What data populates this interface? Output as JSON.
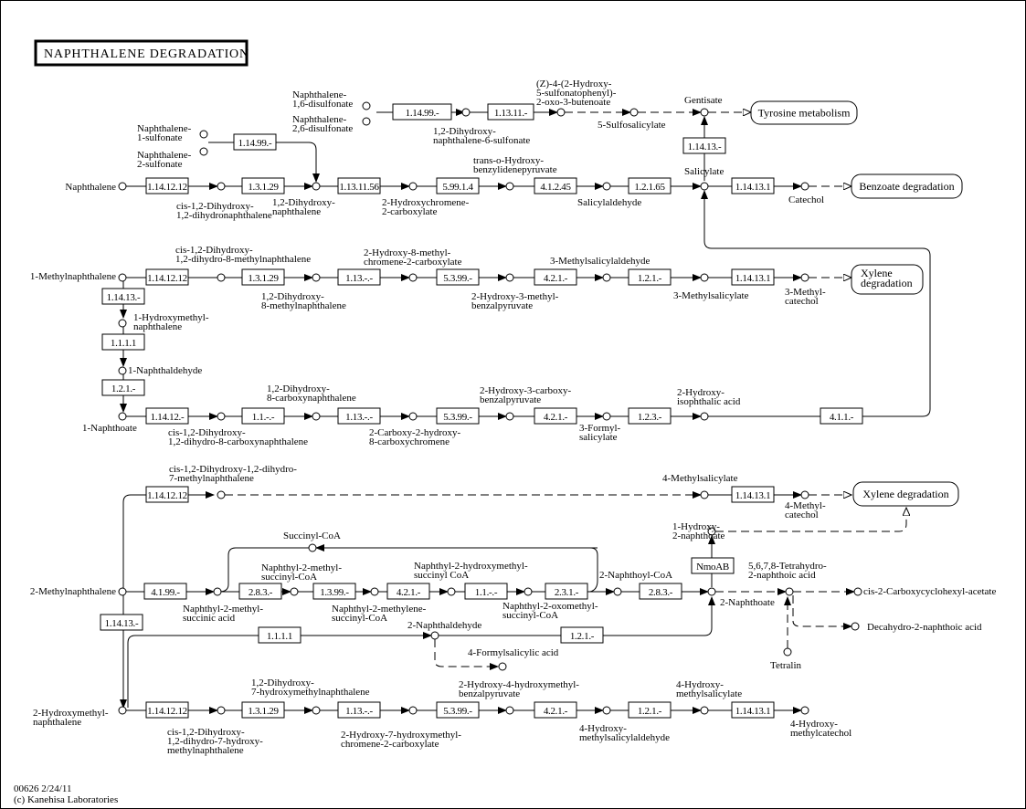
{
  "title": "NAPHTHALENE DEGRADATION",
  "footer": {
    "map_id": "00626 2/24/11",
    "copyright": "(c) Kanehisa Laboratories"
  },
  "colors": {
    "background": "#ffffff",
    "line": "#000000",
    "highlight_enzyme": "#bfffbf"
  },
  "compounds": [
    {
      "id": "naphthalene",
      "label": "Naphthalene"
    },
    {
      "id": "n1s",
      "label": "Naphthalene-\n1-sulfonate"
    },
    {
      "id": "n2s",
      "label": "Naphthalene-\n2-sulfonate"
    },
    {
      "id": "n16ds",
      "label": "Naphthalene-\n1,6-disulfonate"
    },
    {
      "id": "n26ds",
      "label": "Naphthalene-\n2,6-disulfonate"
    },
    {
      "id": "dhn6s",
      "label": "1,2-Dihydroxy-\nnaphthalene-6-sulfonate"
    },
    {
      "id": "zhsb",
      "label": "(Z)-4-(2-Hydroxy-\n5-sulfonatophenyl)-\n2-oxo-3-butenoate"
    },
    {
      "id": "ssal",
      "label": "5-Sulfosalicylate"
    },
    {
      "id": "gentisate",
      "label": "Gentisate"
    },
    {
      "id": "cisdhn",
      "label": "cis-1,2-Dihydroxy-\n1,2-dihydronaphthalene"
    },
    {
      "id": "dhn",
      "label": "1,2-Dihydroxy-\nnaphthalene"
    },
    {
      "id": "hcc",
      "label": "2-Hydroxychromene-\n2-carboxylate"
    },
    {
      "id": "thbp",
      "label": "trans-o-Hydroxy-\nbenzylidenepyruvate"
    },
    {
      "id": "salald",
      "label": "Salicylaldehyde"
    },
    {
      "id": "salicylate",
      "label": "Salicylate"
    },
    {
      "id": "catechol",
      "label": "Catechol"
    },
    {
      "id": "mn1",
      "label": "1-Methylnaphthalene"
    },
    {
      "id": "cisdh8m",
      "label": "cis-1,2-Dihydroxy-\n1,2-dihydro-8-methylnaphthalene"
    },
    {
      "id": "dh8m",
      "label": "1,2-Dihydroxy-\n8-methylnaphthalene"
    },
    {
      "id": "h8mcc",
      "label": "2-Hydroxy-8-methyl-\nchromene-2-carboxylate"
    },
    {
      "id": "h3mbp",
      "label": "2-Hydroxy-3-methyl-\nbenzalpyruvate"
    },
    {
      "id": "msalald3",
      "label": "3-Methylsalicylaldehyde"
    },
    {
      "id": "msal3",
      "label": "3-Methylsalicylate"
    },
    {
      "id": "mcat3",
      "label": "3-Methyl-\ncatechol"
    },
    {
      "id": "hmn1",
      "label": "1-Hydroxymethyl-\nnaphthalene"
    },
    {
      "id": "nald1",
      "label": "1-Naphthaldehyde"
    },
    {
      "id": "nat1",
      "label": "1-Naphthoate"
    },
    {
      "id": "cisdh8c",
      "label": "cis-1,2-Dihydroxy-\n1,2-dihydro-8-carboxynaphthalene"
    },
    {
      "id": "dh8c",
      "label": "1,2-Dihydroxy-\n8-carboxynaphthalene"
    },
    {
      "id": "c2h8cc",
      "label": "2-Carboxy-2-hydroxy-\n8-carboxychromene"
    },
    {
      "id": "h3cbp",
      "label": "2-Hydroxy-3-carboxy-\nbenzalpyruvate"
    },
    {
      "id": "fsal3",
      "label": "3-Formyl-\nsalicylate"
    },
    {
      "id": "hipa",
      "label": "2-Hydroxy-\nisophthalic acid"
    },
    {
      "id": "cisdh7m",
      "label": "cis-1,2-Dihydroxy-1,2-dihydro-\n7-methylnaphthalene"
    },
    {
      "id": "msal4",
      "label": "4-Methylsalicylate"
    },
    {
      "id": "mcat4",
      "label": "4-Methyl-\ncatechol"
    },
    {
      "id": "mn2",
      "label": "2-Methylnaphthalene"
    },
    {
      "id": "succoa",
      "label": "Succinyl-CoA"
    },
    {
      "id": "n2msa",
      "label": "Naphthyl-2-methyl-\nsuccinic acid"
    },
    {
      "id": "n2mscoa",
      "label": "Naphthyl-2-methyl-\nsuccinyl-CoA"
    },
    {
      "id": "n2mlscoa",
      "label": "Naphthyl-2-methylene-\nsuccinyl-CoA"
    },
    {
      "id": "n2hmscoa",
      "label": "Naphthyl-2-hydroxymethyl-\nsuccinyl CoA"
    },
    {
      "id": "n2omscoa",
      "label": "Naphthyl-2-oxomethyl-\nsuccinyl-CoA"
    },
    {
      "id": "ncoa2",
      "label": "2-Naphthoyl-CoA"
    },
    {
      "id": "hnat12",
      "label": "1-Hydroxy-\n2-naphthoate"
    },
    {
      "id": "nat2",
      "label": "2-Naphthoate"
    },
    {
      "id": "thna",
      "label": "5,6,7,8-Tetrahydro-\n2-naphthoic acid"
    },
    {
      "id": "ccha",
      "label": "cis-2-Carboxycyclohexyl-acetate"
    },
    {
      "id": "dhna",
      "label": "Decahydro-2-naphthoic acid"
    },
    {
      "id": "tetralin",
      "label": "Tetralin"
    },
    {
      "id": "nald2",
      "label": "2-Naphthaldehyde"
    },
    {
      "id": "fsa4",
      "label": "4-Formylsalicylic acid"
    },
    {
      "id": "hmn2",
      "label": "2-Hydroxymethyl-\nnaphthalene"
    },
    {
      "id": "cisdh7hm",
      "label": "cis-1,2-Dihydroxy-\n1,2-dihydro-7-hydroxy-\nmethylnaphthalene"
    },
    {
      "id": "dh7hm",
      "label": "1,2-Dihydroxy-\n7-hydroxymethylnaphthalene"
    },
    {
      "id": "h7hmcc",
      "label": "2-Hydroxy-7-hydroxymethyl-\nchromene-2-carboxylate"
    },
    {
      "id": "h4hmbp",
      "label": "2-Hydroxy-4-hydroxymethyl-\nbenzalpyruvate"
    },
    {
      "id": "hmsalald4",
      "label": "4-Hydroxy-\nmethylsalicylaldehyde"
    },
    {
      "id": "hmsal4",
      "label": "4-Hydroxy-\nmethylsalicylate"
    },
    {
      "id": "hmcat4",
      "label": "4-Hydroxy-\nmethylcatechol"
    }
  ],
  "enzymes": [
    {
      "id": "e1",
      "label": "1.14.99.-",
      "highlighted": false
    },
    {
      "id": "e2",
      "label": "1.13.11.-",
      "highlighted": false
    },
    {
      "id": "e3",
      "label": "1.14.99.-",
      "highlighted": false
    },
    {
      "id": "e4",
      "label": "1.14.12.12",
      "highlighted": false
    },
    {
      "id": "e5",
      "label": "1.3.1.29",
      "highlighted": false
    },
    {
      "id": "e6",
      "label": "1.13.11.56",
      "highlighted": false
    },
    {
      "id": "e7",
      "label": "5.99.1.4",
      "highlighted": false
    },
    {
      "id": "e8",
      "label": "4.1.2.45",
      "highlighted": false
    },
    {
      "id": "e9",
      "label": "1.2.1.65",
      "highlighted": false
    },
    {
      "id": "e10",
      "label": "1.14.13.1",
      "highlighted": false
    },
    {
      "id": "e11",
      "label": "1.14.13.-",
      "highlighted": false
    },
    {
      "id": "e12",
      "label": "1.14.12.12",
      "highlighted": false
    },
    {
      "id": "e13",
      "label": "1.3.1.29",
      "highlighted": false
    },
    {
      "id": "e14",
      "label": "1.13.-.-",
      "highlighted": false
    },
    {
      "id": "e15",
      "label": "5.3.99.-",
      "highlighted": false
    },
    {
      "id": "e16",
      "label": "4.2.1.-",
      "highlighted": false
    },
    {
      "id": "e17",
      "label": "1.2.1.-",
      "highlighted": false
    },
    {
      "id": "e18",
      "label": "1.14.13.1",
      "highlighted": false
    },
    {
      "id": "e19",
      "label": "1.14.13.-",
      "highlighted": false
    },
    {
      "id": "e20",
      "label": "1.1.1.1",
      "highlighted": true
    },
    {
      "id": "e21",
      "label": "1.2.1.-",
      "highlighted": false
    },
    {
      "id": "e22",
      "label": "1.14.12.-",
      "highlighted": false
    },
    {
      "id": "e23",
      "label": "1.1.-.-",
      "highlighted": false
    },
    {
      "id": "e24",
      "label": "1.13.-.-",
      "highlighted": false
    },
    {
      "id": "e25",
      "label": "5.3.99.-",
      "highlighted": false
    },
    {
      "id": "e26",
      "label": "4.2.1.-",
      "highlighted": false
    },
    {
      "id": "e27",
      "label": "1.2.3.-",
      "highlighted": false
    },
    {
      "id": "e28",
      "label": "4.1.1.-",
      "highlighted": false
    },
    {
      "id": "e29",
      "label": "1.14.12.12",
      "highlighted": false
    },
    {
      "id": "e30",
      "label": "1.14.13.1",
      "highlighted": false
    },
    {
      "id": "e31",
      "label": "4.1.99.-",
      "highlighted": false
    },
    {
      "id": "e32",
      "label": "2.8.3.-",
      "highlighted": false
    },
    {
      "id": "e33",
      "label": "1.3.99.-",
      "highlighted": false
    },
    {
      "id": "e34",
      "label": "4.2.1.-",
      "highlighted": false
    },
    {
      "id": "e35",
      "label": "1.1.-.-",
      "highlighted": false
    },
    {
      "id": "e36",
      "label": "2.3.1.-",
      "highlighted": false
    },
    {
      "id": "e37",
      "label": "2.8.3.-",
      "highlighted": false
    },
    {
      "id": "e38",
      "label": "NmoAB",
      "highlighted": false
    },
    {
      "id": "e39",
      "label": "1.14.13.-",
      "highlighted": false
    },
    {
      "id": "e40",
      "label": "1.1.1.1",
      "highlighted": true
    },
    {
      "id": "e41",
      "label": "1.2.1.-",
      "highlighted": false
    },
    {
      "id": "e42",
      "label": "1.14.12.12",
      "highlighted": false
    },
    {
      "id": "e43",
      "label": "1.3.1.29",
      "highlighted": false
    },
    {
      "id": "e44",
      "label": "1.13.-.-",
      "highlighted": false
    },
    {
      "id": "e45",
      "label": "5.3.99.-",
      "highlighted": false
    },
    {
      "id": "e46",
      "label": "4.2.1.-",
      "highlighted": false
    },
    {
      "id": "e47",
      "label": "1.2.1.-",
      "highlighted": false
    },
    {
      "id": "e48",
      "label": "1.14.13.1",
      "highlighted": false
    }
  ],
  "maps": [
    {
      "id": "m1",
      "label": "Tyrosine metabolism"
    },
    {
      "id": "m2",
      "label": "Benzoate degradation"
    },
    {
      "id": "m3",
      "label": "Xylene\ndegradation"
    },
    {
      "id": "m4",
      "label": "Xylene degradation"
    }
  ]
}
